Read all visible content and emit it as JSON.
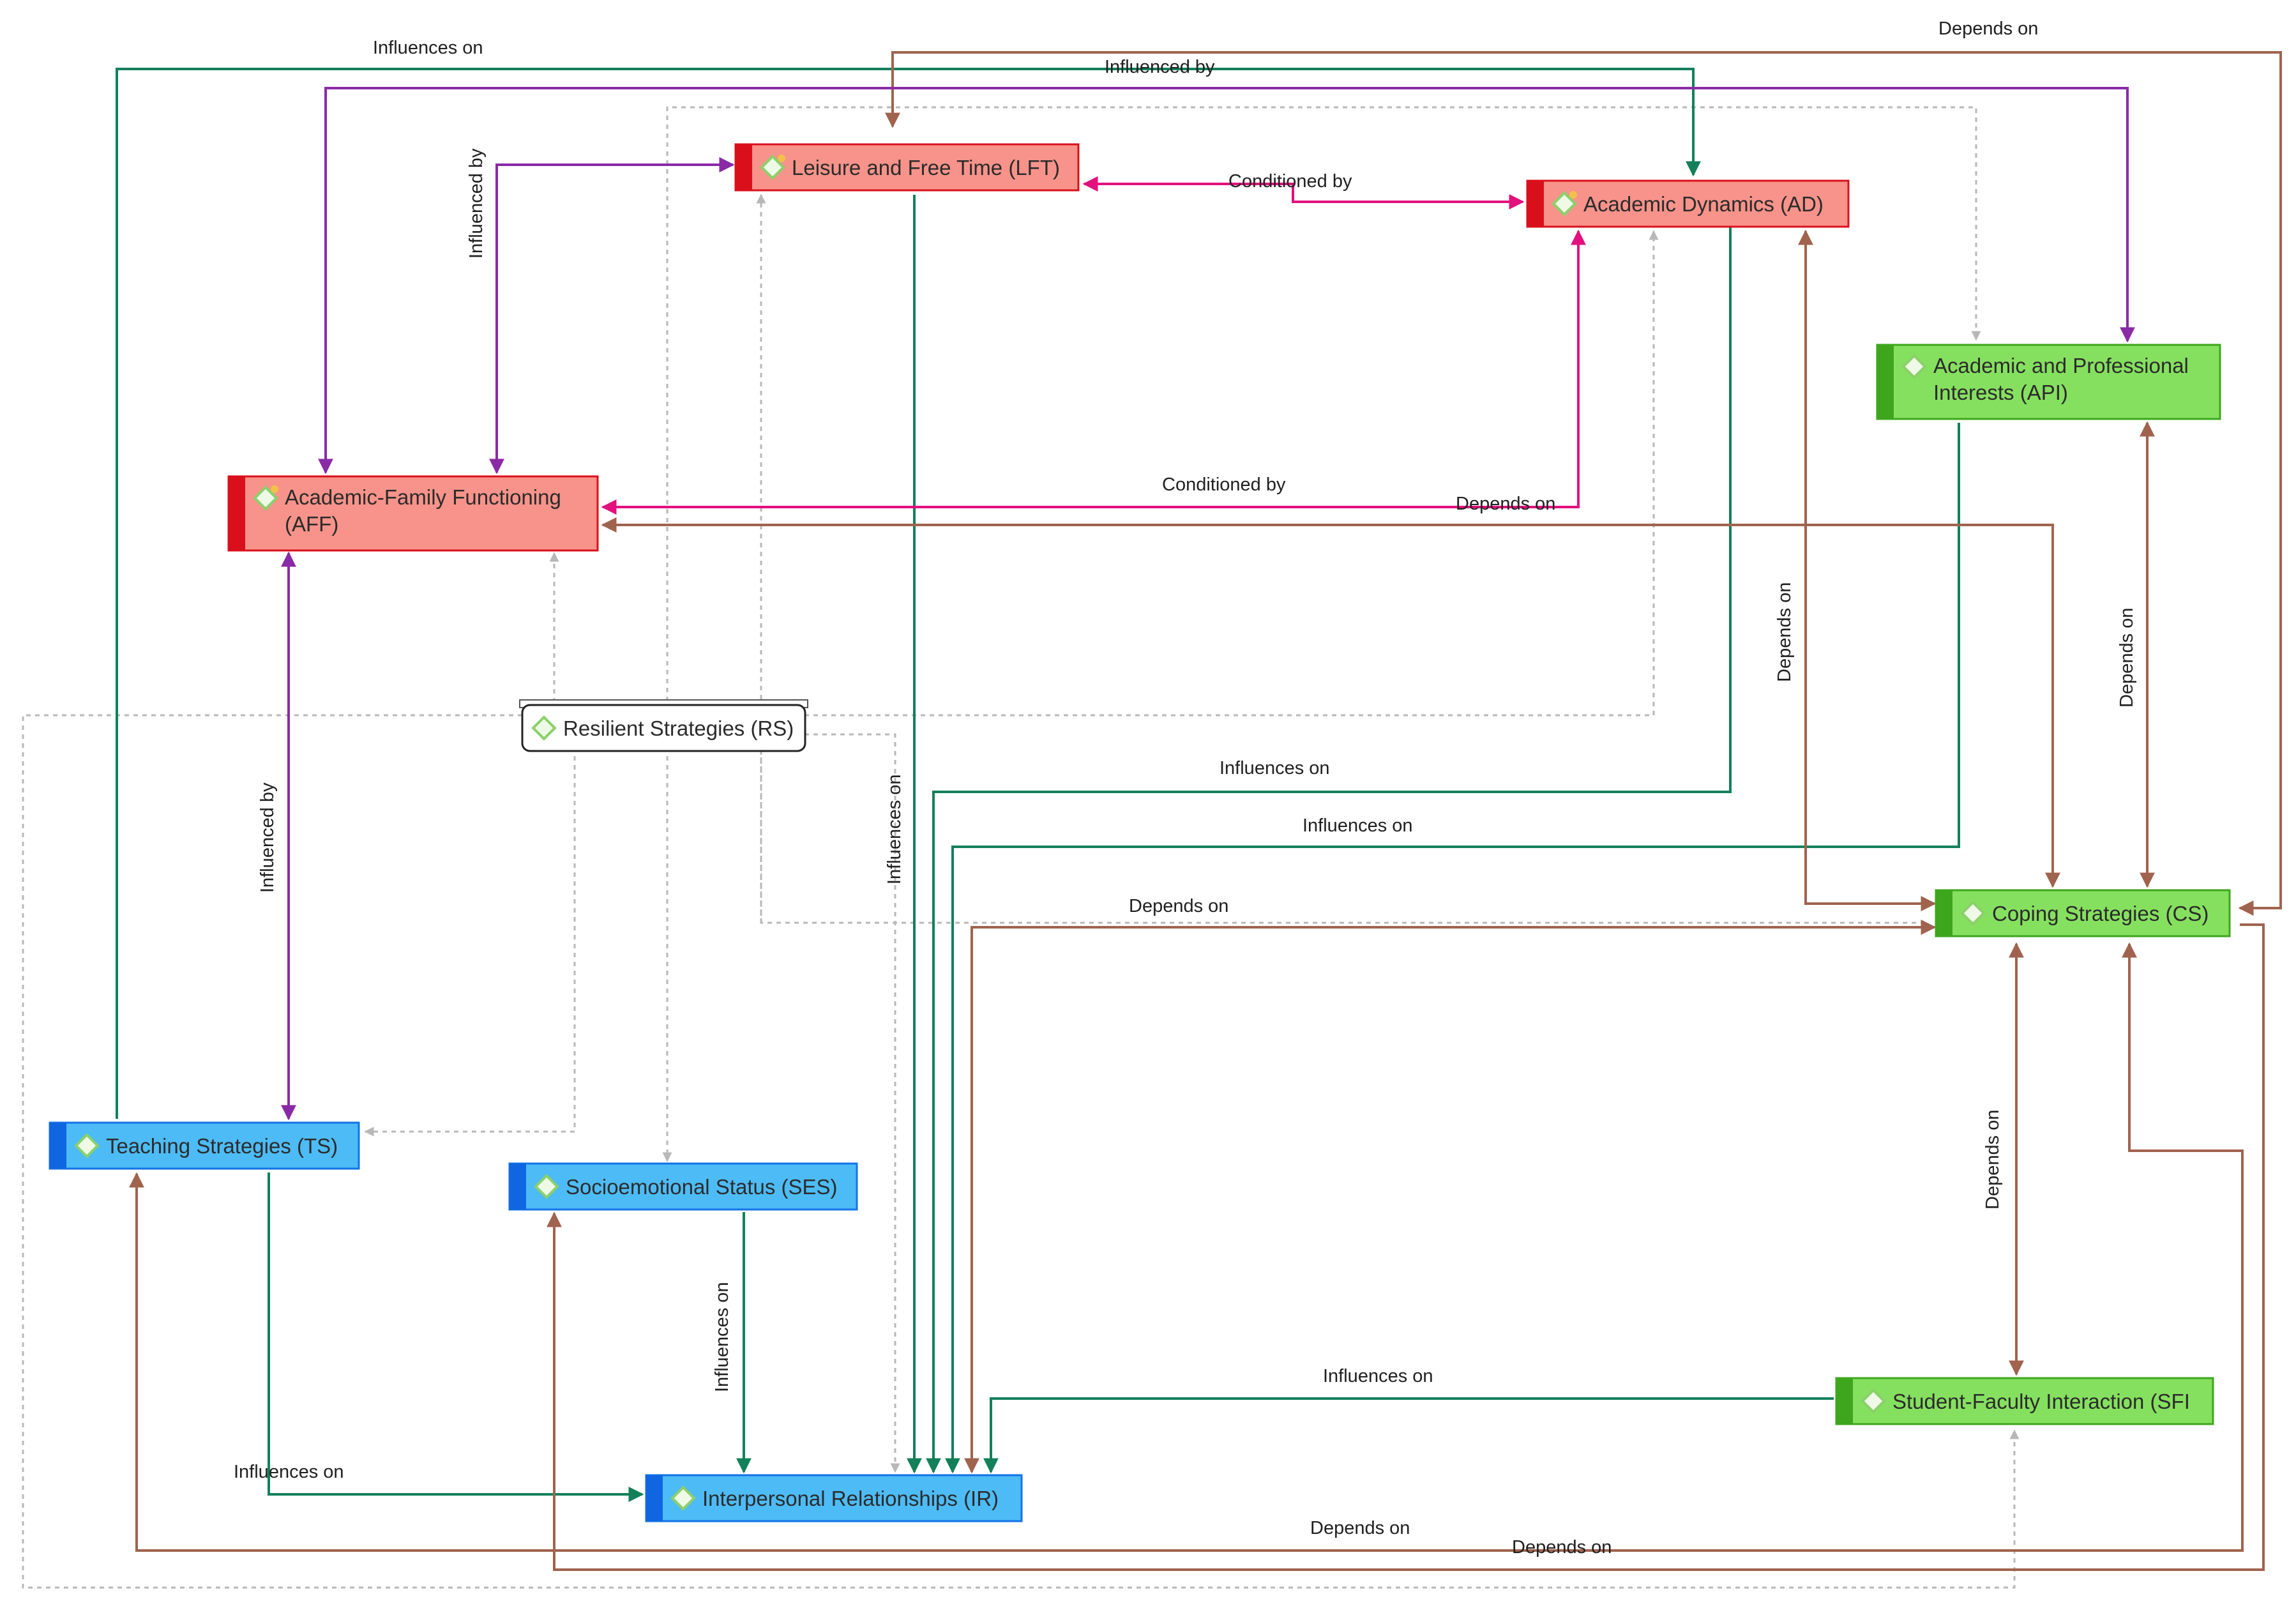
{
  "colors": {
    "red_fill": "#f7938a",
    "red_border": "#d9101b",
    "red_bar": "#d9101b",
    "green_fill": "#86e060",
    "green_border": "#3ea61c",
    "green_bar": "#3ea61c",
    "blue_fill": "#4dbbf5",
    "blue_border": "#1473e6",
    "blue_bar": "#1066e0",
    "white_fill": "#ffffff",
    "white_border": "#222222",
    "influences": "#13805a",
    "depends": "#a0634e",
    "conditioned": "#e2117e",
    "influenced_by": "#8a2aa6",
    "dotted": "#b8b8b8",
    "icon": "#8bd06b"
  },
  "nodes": [
    {
      "id": "LFT",
      "lines": [
        "Leisure and Free Time (LFT)"
      ],
      "style": "red",
      "icon": "diamond-icon",
      "flag": true
    },
    {
      "id": "AD",
      "lines": [
        "Academic Dynamics (AD)"
      ],
      "style": "red",
      "icon": "diamond-icon",
      "flag": true
    },
    {
      "id": "API",
      "lines": [
        "Academic and Professional",
        "Interests (API)"
      ],
      "style": "green",
      "icon": "diamond-icon",
      "flag": false
    },
    {
      "id": "AFF",
      "lines": [
        "Academic-Family Functioning",
        "(AFF)"
      ],
      "style": "red",
      "icon": "diamond-icon",
      "flag": true
    },
    {
      "id": "RS",
      "lines": [
        "Resilient Strategies (RS)"
      ],
      "style": "white",
      "icon": "diamond-icon",
      "flag": false
    },
    {
      "id": "CS",
      "lines": [
        "Coping Strategies (CS)"
      ],
      "style": "green",
      "icon": "diamond-icon",
      "flag": false
    },
    {
      "id": "TS",
      "lines": [
        "Teaching Strategies (TS)"
      ],
      "style": "blue",
      "icon": "diamond-icon",
      "flag": false
    },
    {
      "id": "SES",
      "lines": [
        "Socioemotional Status (SES)"
      ],
      "style": "blue",
      "icon": "diamond-icon",
      "flag": false
    },
    {
      "id": "SFI",
      "lines": [
        "Student-Faculty Interaction (SFI"
      ],
      "style": "green",
      "icon": "diamond-icon",
      "flag": false
    },
    {
      "id": "IR",
      "lines": [
        "Interpersonal Relationships (IR)"
      ],
      "style": "blue",
      "icon": "diamond-icon",
      "flag": false
    }
  ],
  "edges": [
    {
      "id": "ts-ad",
      "label": "Influences on",
      "kind": "influences"
    },
    {
      "id": "lft-cs",
      "label": "Depends on",
      "kind": "depends"
    },
    {
      "id": "aff-api",
      "label": "Influenced by",
      "kind": "influenced_by"
    },
    {
      "id": "aff-lft",
      "label": "Influenced by",
      "kind": "influenced_by"
    },
    {
      "id": "lft-ad",
      "label": "Conditioned by",
      "kind": "conditioned"
    },
    {
      "id": "aff-ad",
      "label": "Conditioned by",
      "kind": "conditioned"
    },
    {
      "id": "aff-cs",
      "label": "Depends on",
      "kind": "depends"
    },
    {
      "id": "ad-cs",
      "label": "Depends on",
      "kind": "depends"
    },
    {
      "id": "api-cs",
      "label": "Depends on",
      "kind": "depends"
    },
    {
      "id": "aff-ts",
      "label": "Influenced by",
      "kind": "influenced_by"
    },
    {
      "id": "ad-ir",
      "label": "Influences on",
      "kind": "influences"
    },
    {
      "id": "api-ir",
      "label": "Influences on",
      "kind": "influences"
    },
    {
      "id": "lft-ir",
      "label": "Influences on",
      "kind": "influences"
    },
    {
      "id": "cs-ir",
      "label": "Depends on",
      "kind": "depends"
    },
    {
      "id": "cs-sfi",
      "label": "Depends on",
      "kind": "depends"
    },
    {
      "id": "ses-ir",
      "label": "Influences on",
      "kind": "influences"
    },
    {
      "id": "sfi-ir",
      "label": "Influences on",
      "kind": "influences"
    },
    {
      "id": "ts-ir",
      "label": "Influences on",
      "kind": "influences"
    },
    {
      "id": "cs-ts",
      "label": "Depends on",
      "kind": "depends"
    },
    {
      "id": "cs-ses",
      "label": "Depends on",
      "kind": "depends"
    }
  ]
}
